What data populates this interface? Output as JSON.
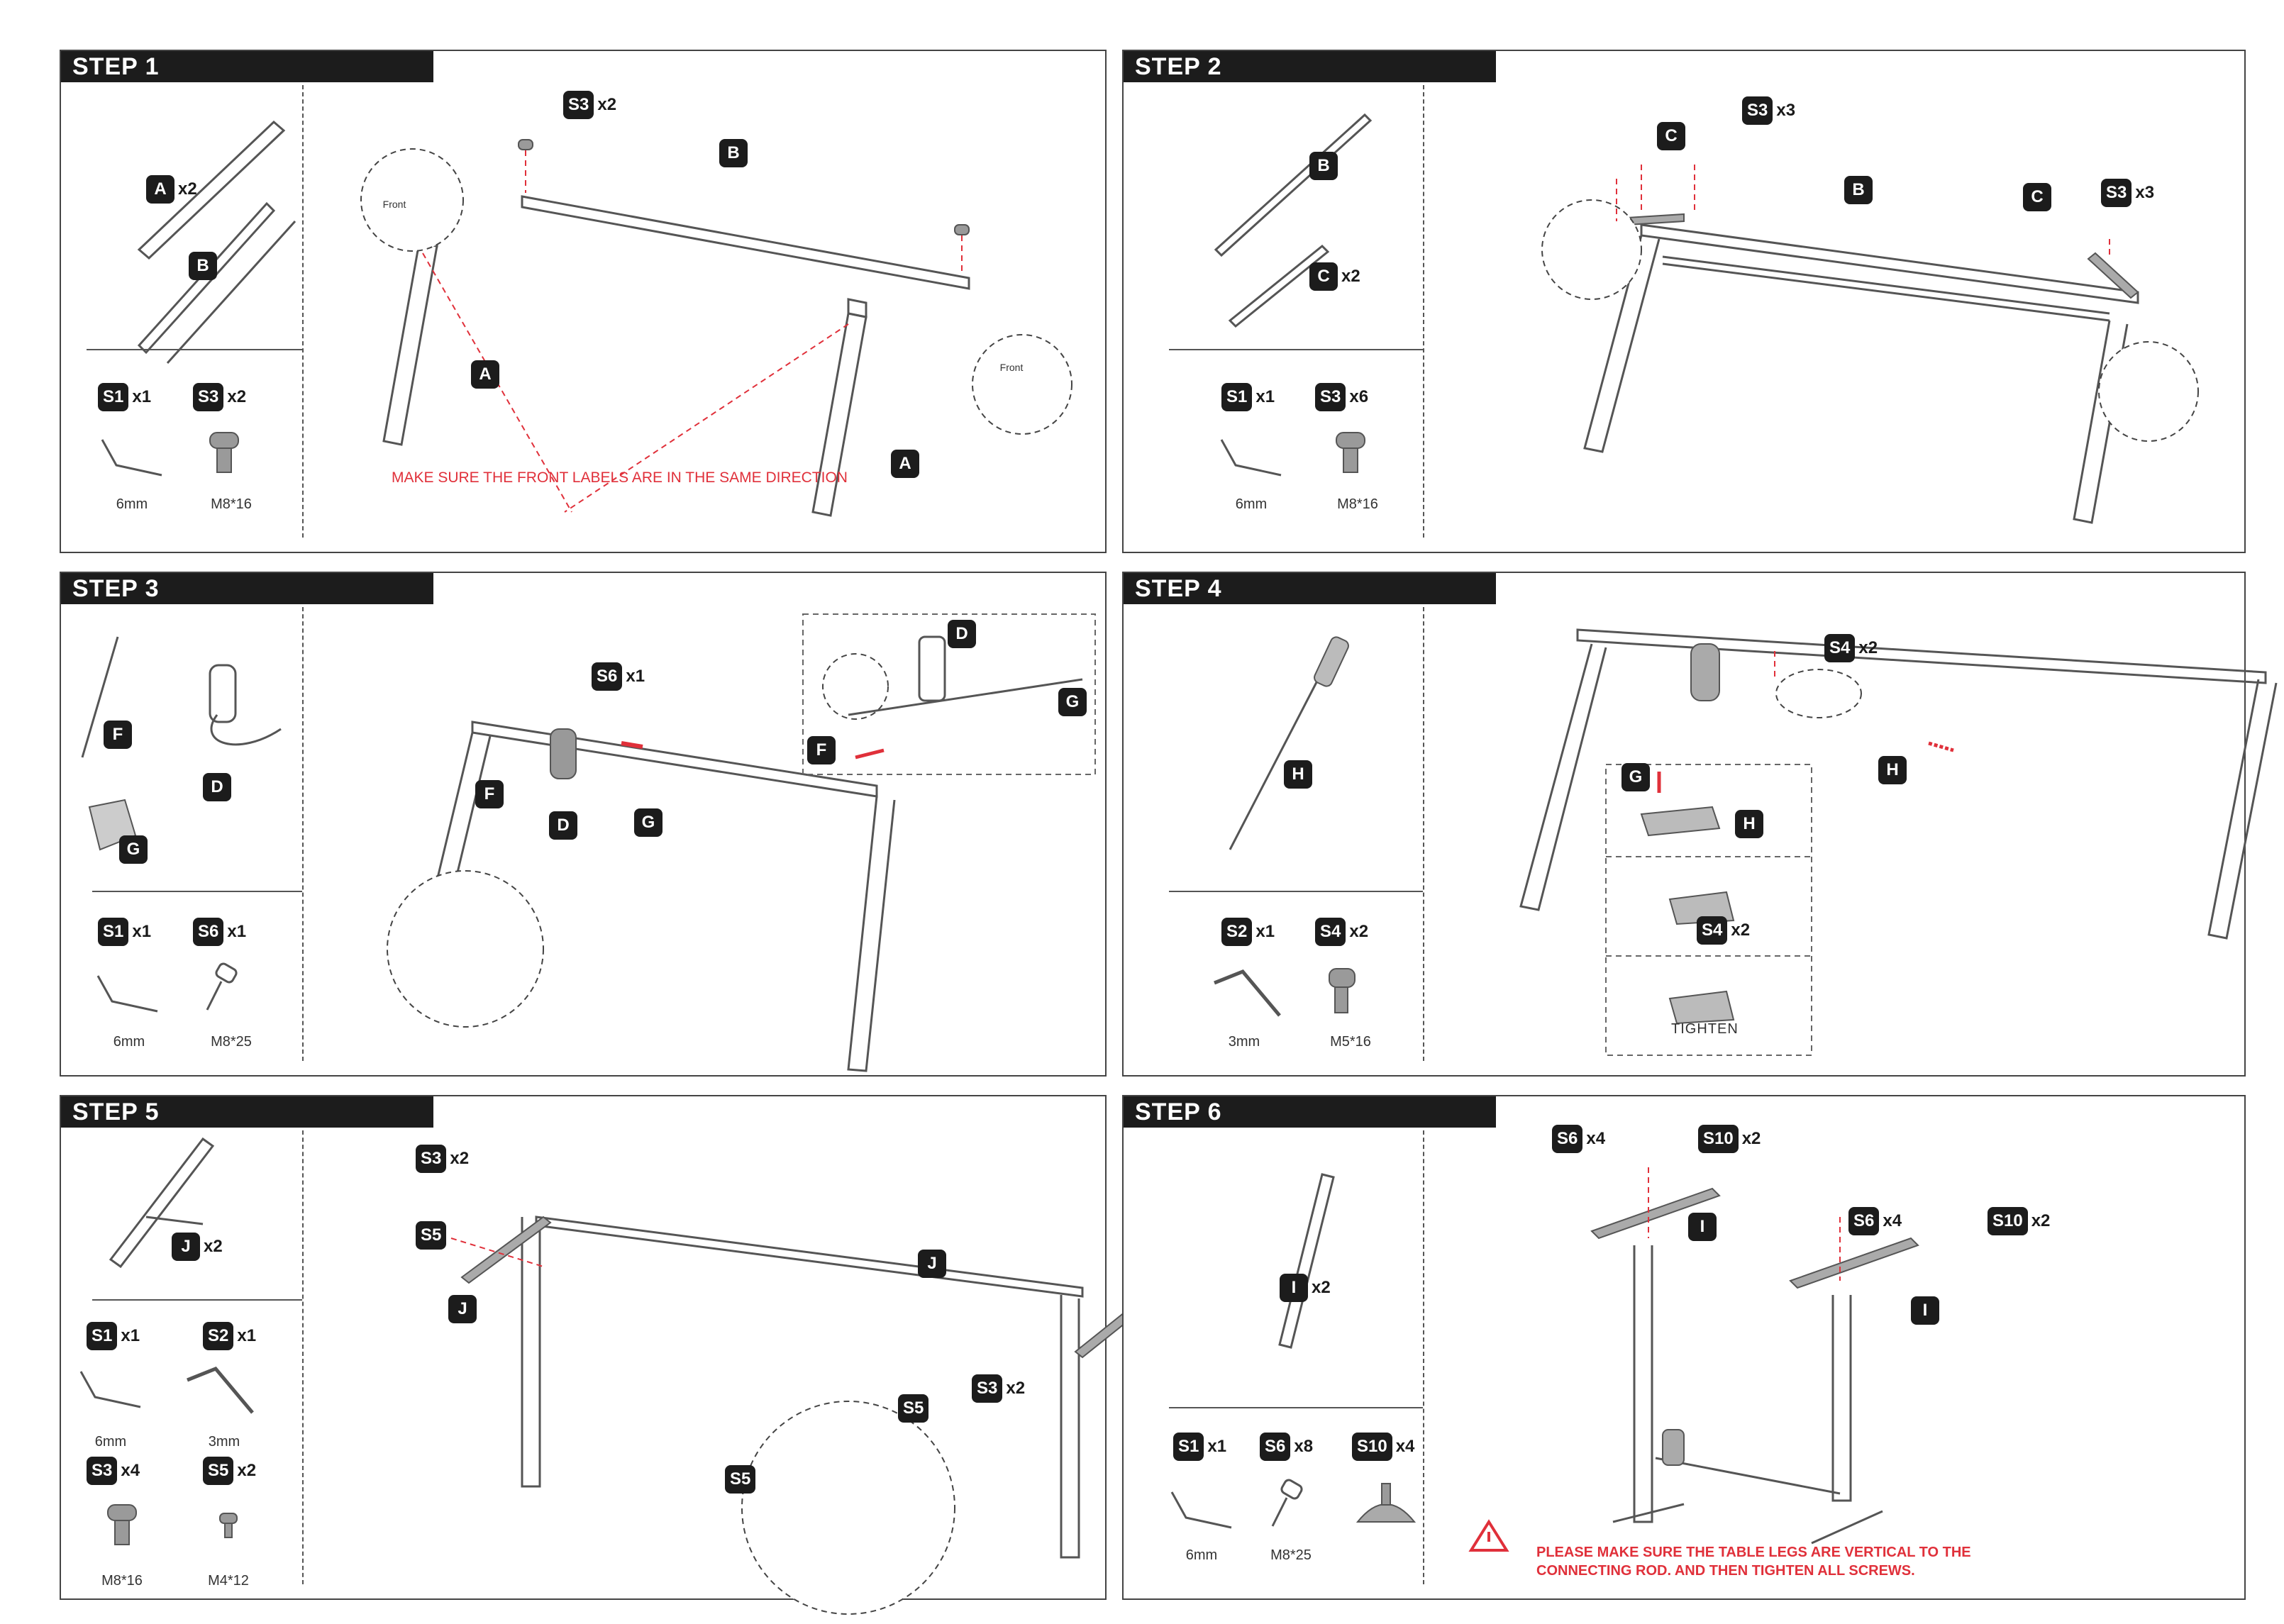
{
  "steps": [
    {
      "title": "STEP 1",
      "parts": [
        {
          "id": "A",
          "qty": "x2"
        },
        {
          "id": "B",
          "qty": ""
        }
      ],
      "hardware": [
        {
          "id": "S1",
          "qty": "x1",
          "caption": "6mm",
          "icon": "hex-key-icon"
        },
        {
          "id": "S3",
          "qty": "x2",
          "caption": "M8*16",
          "icon": "bolt-icon"
        }
      ],
      "callouts": [
        {
          "id": "S3",
          "qty": "x2"
        },
        {
          "id": "B",
          "qty": ""
        },
        {
          "id": "A",
          "qty": ""
        },
        {
          "id": "A",
          "qty": ""
        }
      ],
      "front_label": "Front",
      "note": "MAKE SURE THE FRONT LABELS ARE IN THE SAME DIRECTION"
    },
    {
      "title": "STEP 2",
      "parts": [
        {
          "id": "B",
          "qty": ""
        },
        {
          "id": "C",
          "qty": "x2"
        }
      ],
      "hardware": [
        {
          "id": "S1",
          "qty": "x1",
          "caption": "6mm",
          "icon": "hex-key-icon"
        },
        {
          "id": "S3",
          "qty": "x6",
          "caption": "M8*16",
          "icon": "bolt-icon"
        }
      ],
      "callouts": [
        {
          "id": "C",
          "qty": ""
        },
        {
          "id": "S3",
          "qty": "x3"
        },
        {
          "id": "B",
          "qty": ""
        },
        {
          "id": "C",
          "qty": ""
        },
        {
          "id": "S3",
          "qty": "x3"
        }
      ]
    },
    {
      "title": "STEP 3",
      "parts": [
        {
          "id": "F",
          "qty": ""
        },
        {
          "id": "D",
          "qty": ""
        },
        {
          "id": "G",
          "qty": ""
        }
      ],
      "hardware": [
        {
          "id": "S1",
          "qty": "x1",
          "caption": "6mm",
          "icon": "hex-key-icon"
        },
        {
          "id": "S6",
          "qty": "x1",
          "caption": "M8*25",
          "icon": "bolt-icon"
        }
      ],
      "callouts": [
        {
          "id": "S6",
          "qty": "x1"
        },
        {
          "id": "F",
          "qty": ""
        },
        {
          "id": "D",
          "qty": ""
        },
        {
          "id": "G",
          "qty": ""
        },
        {
          "id": "D",
          "qty": ""
        },
        {
          "id": "G",
          "qty": ""
        },
        {
          "id": "F",
          "qty": ""
        }
      ]
    },
    {
      "title": "STEP 4",
      "parts": [
        {
          "id": "H",
          "qty": ""
        }
      ],
      "hardware": [
        {
          "id": "S2",
          "qty": "x1",
          "caption": "3mm",
          "icon": "hex-key-icon"
        },
        {
          "id": "S4",
          "qty": "x2",
          "caption": "M5*16",
          "icon": "bolt-icon"
        }
      ],
      "callouts": [
        {
          "id": "S4",
          "qty": "x2"
        },
        {
          "id": "H",
          "qty": ""
        },
        {
          "id": "G",
          "qty": ""
        },
        {
          "id": "H",
          "qty": ""
        },
        {
          "id": "S4",
          "qty": "x2"
        }
      ],
      "tighten": "TIGHTEN"
    },
    {
      "title": "STEP 5",
      "parts": [
        {
          "id": "J",
          "qty": "x2"
        }
      ],
      "hardware": [
        {
          "id": "S1",
          "qty": "x1",
          "caption": "6mm",
          "icon": "hex-key-icon"
        },
        {
          "id": "S2",
          "qty": "x1",
          "caption": "3mm",
          "icon": "hex-key-icon"
        },
        {
          "id": "S3",
          "qty": "x4",
          "caption": "M8*16",
          "icon": "bolt-icon"
        },
        {
          "id": "S5",
          "qty": "x2",
          "caption": "M4*12",
          "icon": "screw-icon"
        }
      ],
      "callouts": [
        {
          "id": "S3",
          "qty": "x2"
        },
        {
          "id": "S5",
          "qty": ""
        },
        {
          "id": "J",
          "qty": ""
        },
        {
          "id": "J",
          "qty": ""
        },
        {
          "id": "S5",
          "qty": ""
        },
        {
          "id": "S3",
          "qty": "x2"
        },
        {
          "id": "S5",
          "qty": ""
        }
      ]
    },
    {
      "title": "STEP 6",
      "parts": [
        {
          "id": "I",
          "qty": "x2"
        }
      ],
      "hardware": [
        {
          "id": "S1",
          "qty": "x1",
          "caption": "6mm",
          "icon": "hex-key-icon"
        },
        {
          "id": "S6",
          "qty": "x8",
          "caption": "M8*25",
          "icon": "bolt-icon"
        },
        {
          "id": "S10",
          "qty": "x4",
          "caption": "",
          "icon": "leveling-foot-icon"
        }
      ],
      "callouts": [
        {
          "id": "S6",
          "qty": "x4"
        },
        {
          "id": "S10",
          "qty": "x2"
        },
        {
          "id": "I",
          "qty": ""
        },
        {
          "id": "S6",
          "qty": "x4"
        },
        {
          "id": "S10",
          "qty": "x2"
        },
        {
          "id": "I",
          "qty": ""
        }
      ],
      "warning_line1": "PLEASE MAKE SURE THE TABLE LEGS ARE VERTICAL TO THE",
      "warning_line2": "CONNECTING ROD. AND THEN TIGHTEN ALL SCREWS."
    }
  ],
  "colors": {
    "header_bg": "#1c1c1c",
    "accent_red": "#e0303a",
    "line_gray": "#555555"
  }
}
